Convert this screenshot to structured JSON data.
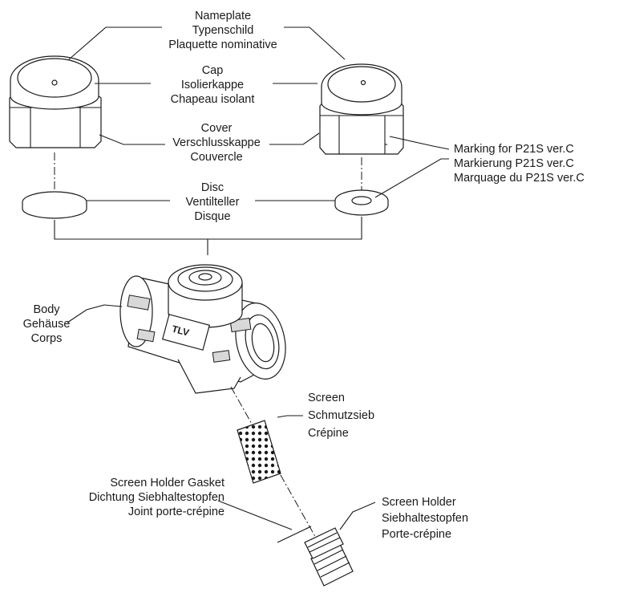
{
  "labels": {
    "nameplate": [
      "Nameplate",
      "Typenschild",
      "Plaquette nominative"
    ],
    "cap": [
      "Cap",
      "Isolierkappe",
      "Chapeau isolant"
    ],
    "cover": [
      "Cover",
      "Verschlusskappe",
      "Couvercle"
    ],
    "disc": [
      "Disc",
      "Ventilteller",
      "Disque"
    ],
    "marking": [
      "Marking for P21S ver.C",
      "Markierung P21S ver.C",
      "Marquage du P21S ver.C"
    ],
    "body": [
      "Body",
      "Gehäuse",
      "Corps"
    ],
    "screen": [
      "Screen",
      "Schmutzsieb",
      "Crépine"
    ],
    "screen_holder_gasket": [
      "Screen Holder Gasket",
      "Dichtung Siebhaltestopfen",
      "Joint porte-crépine"
    ],
    "screen_holder": [
      "Screen Holder",
      "Siebhaltestopfen",
      "Porte-crépine"
    ]
  },
  "body_logo": "TLV"
}
